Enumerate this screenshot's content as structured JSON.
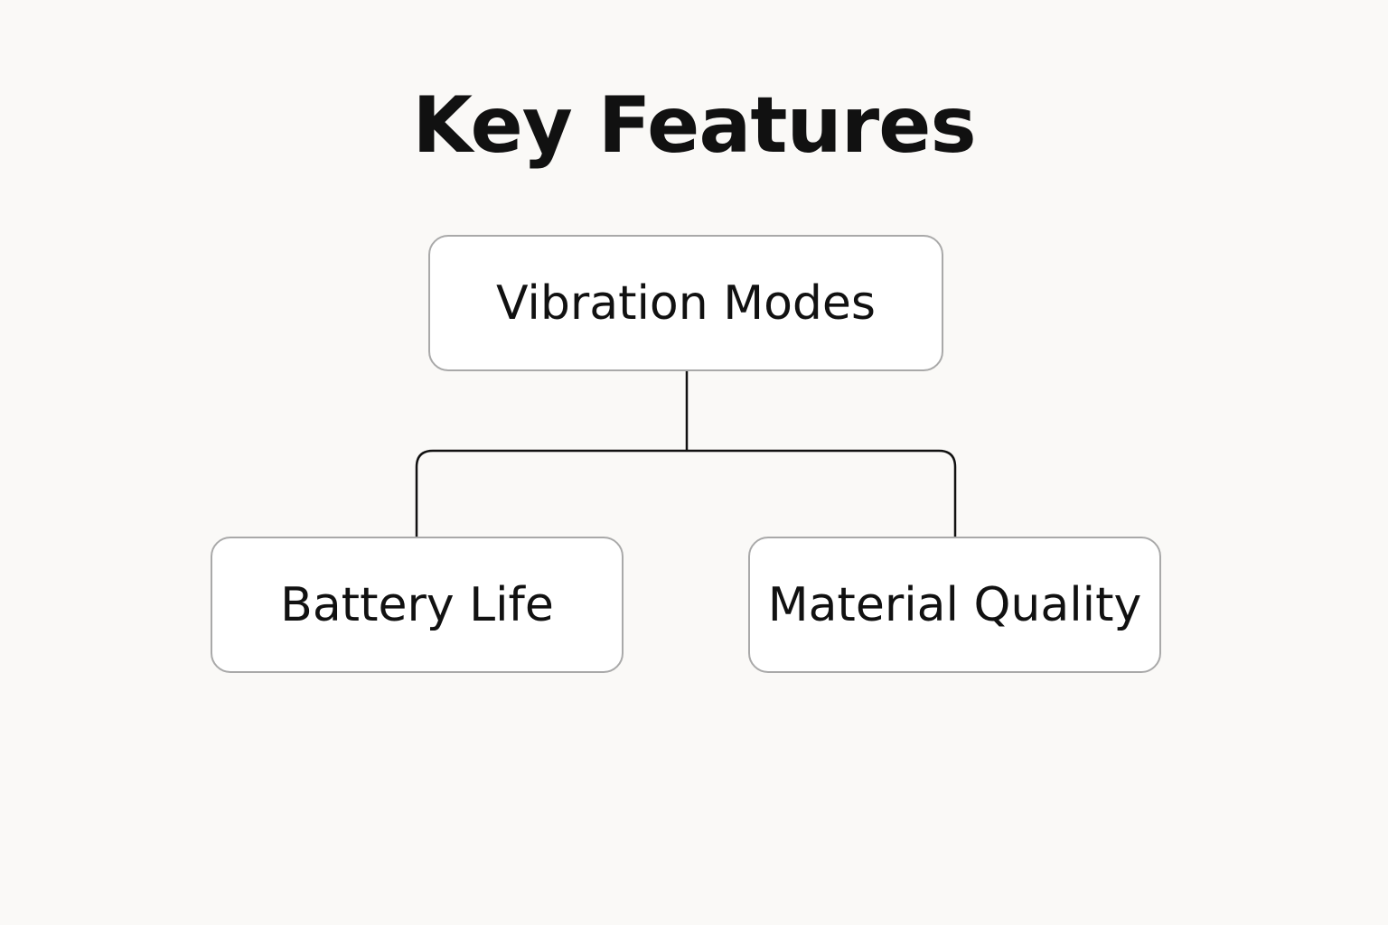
{
  "diagram": {
    "title": "Key Features",
    "root": {
      "label": "Vibration Modes"
    },
    "children": [
      {
        "label": "Battery Life"
      },
      {
        "label": "Material Quality"
      }
    ]
  },
  "colors": {
    "background": "#faf9f7",
    "node_fill": "#ffffff",
    "node_border": "#a9a9a9",
    "connector": "#111111",
    "text": "#111111"
  }
}
